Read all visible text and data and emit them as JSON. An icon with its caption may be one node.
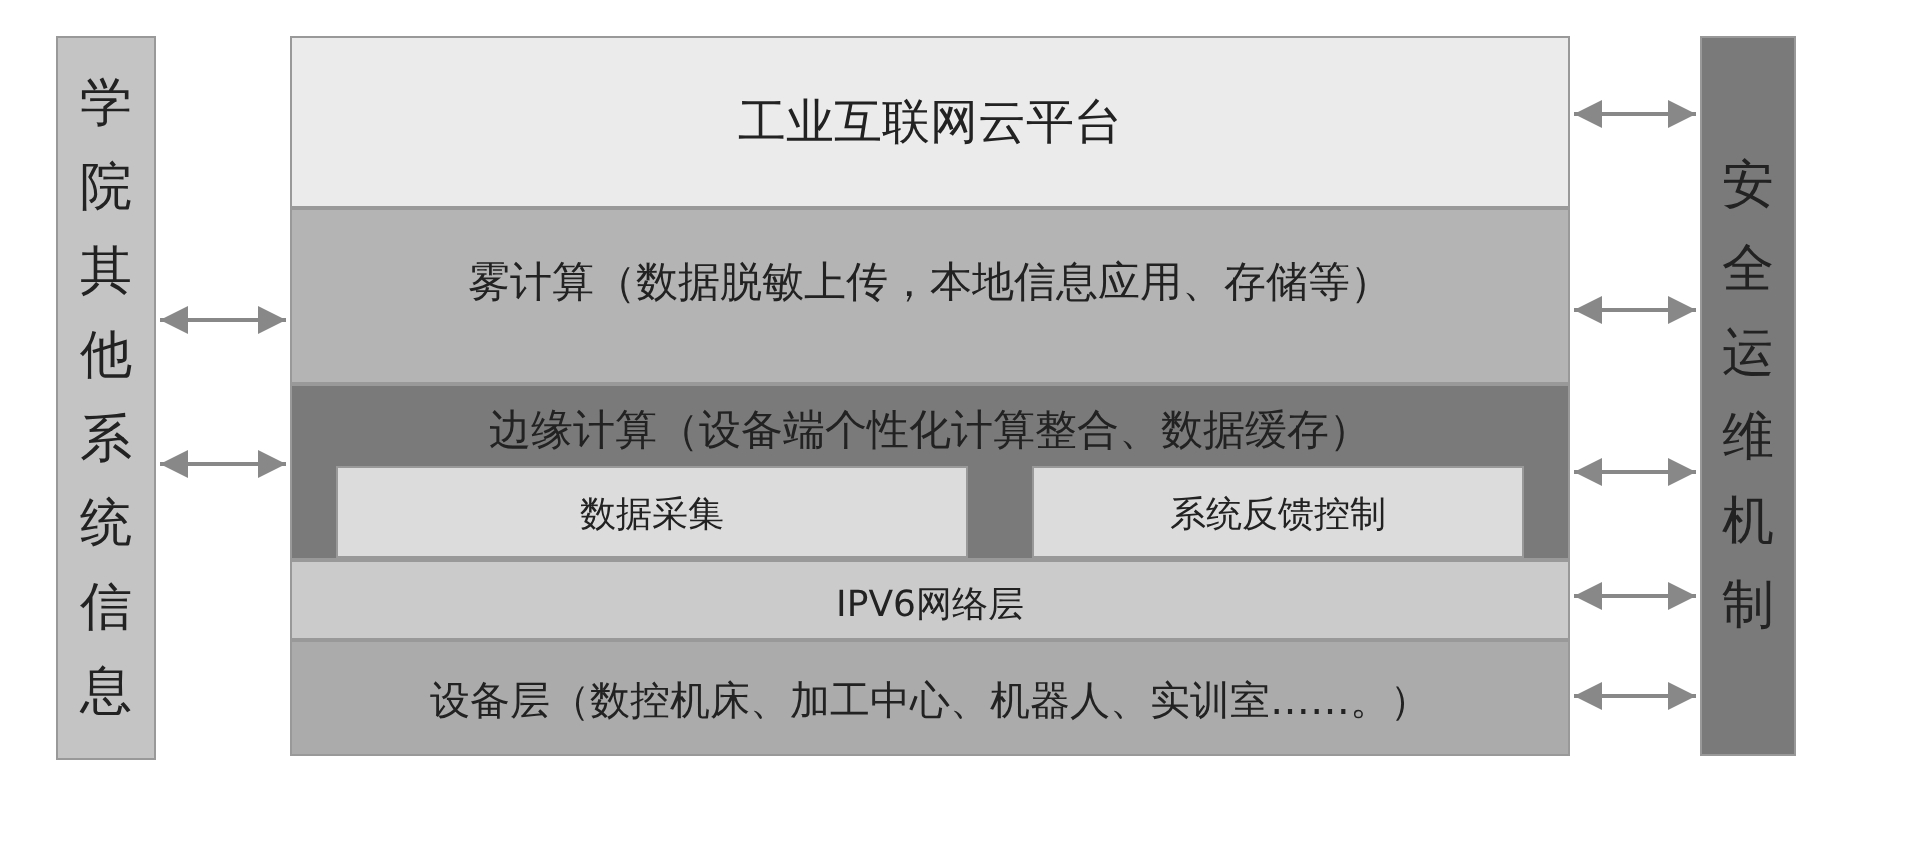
{
  "diagram": {
    "nodes": [
      {
        "text": [
          "学院其他系统信息"
        ]
      },
      {
        "text": [
          "工业互联网云平台"
        ]
      },
      {
        "text": [
          "雾计算（数据脱敏上传，本地信息应用、存储等）"
        ]
      },
      {
        "text": [
          "边缘计算（设备端个性化计算整合、数据缓存）"
        ]
      },
      {
        "text": [
          "数据采集"
        ],
        "in": 3
      },
      {
        "text": [
          "系统反馈控制"
        ],
        "in": 3
      },
      {
        "text": [
          "IPV6网络层"
        ]
      },
      {
        "text": [
          "设备层（数控机床、加工中心、机器人、实训室……。）"
        ]
      },
      {
        "text": [
          "安全运维机制"
        ]
      }
    ],
    "edges": [
      {
        "from": 0,
        "to": 2,
        "arrow": "both"
      },
      {
        "from": 0,
        "to": 3,
        "arrow": "both"
      },
      {
        "from": 1,
        "to": 8,
        "arrow": "both"
      },
      {
        "from": 2,
        "to": 8,
        "arrow": "both"
      },
      {
        "from": 3,
        "to": 8,
        "arrow": "both"
      },
      {
        "from": 6,
        "to": 8,
        "arrow": "both"
      },
      {
        "from": 7,
        "to": 8,
        "arrow": "both"
      }
    ]
  }
}
